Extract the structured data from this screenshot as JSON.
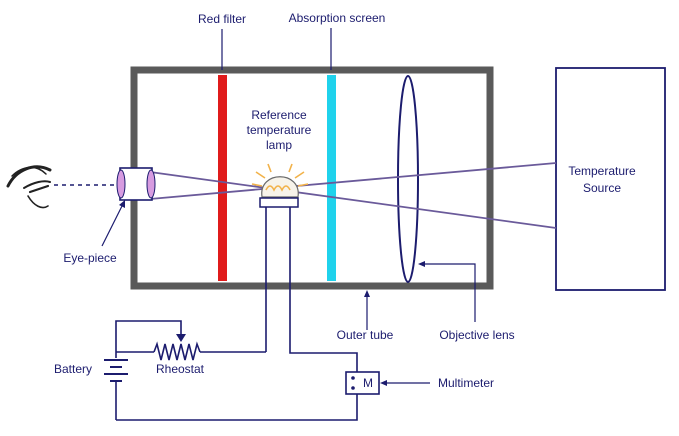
{
  "labels": {
    "red_filter": "Red filter",
    "absorption_screen": "Absorption screen",
    "ref_lamp_line1": "Reference",
    "ref_lamp_line2": "temperature",
    "ref_lamp_line3": "lamp",
    "temp_source_line1": "Temperature",
    "temp_source_line2": "Source",
    "eye_piece": "Eye-piece",
    "battery": "Battery",
    "rheostat": "Rheostat",
    "multimeter": "Multimeter",
    "meter_symbol": "M",
    "outer_tube": "Outer tube",
    "objective_lens": "Objective lens"
  },
  "colors": {
    "ink": "#1c1c6e",
    "tube_border": "#5a5a5a",
    "red_filter": "#e01b1b",
    "absorption_screen": "#1fd2ec",
    "eyepiece_lens": "#d79be0",
    "lamp_glow": "#f2b24a",
    "ray": "#6a5a9a"
  },
  "icons": [
    "eye-icon",
    "battery-icon",
    "rheostat-icon",
    "lamp-icon",
    "lens-icon"
  ]
}
